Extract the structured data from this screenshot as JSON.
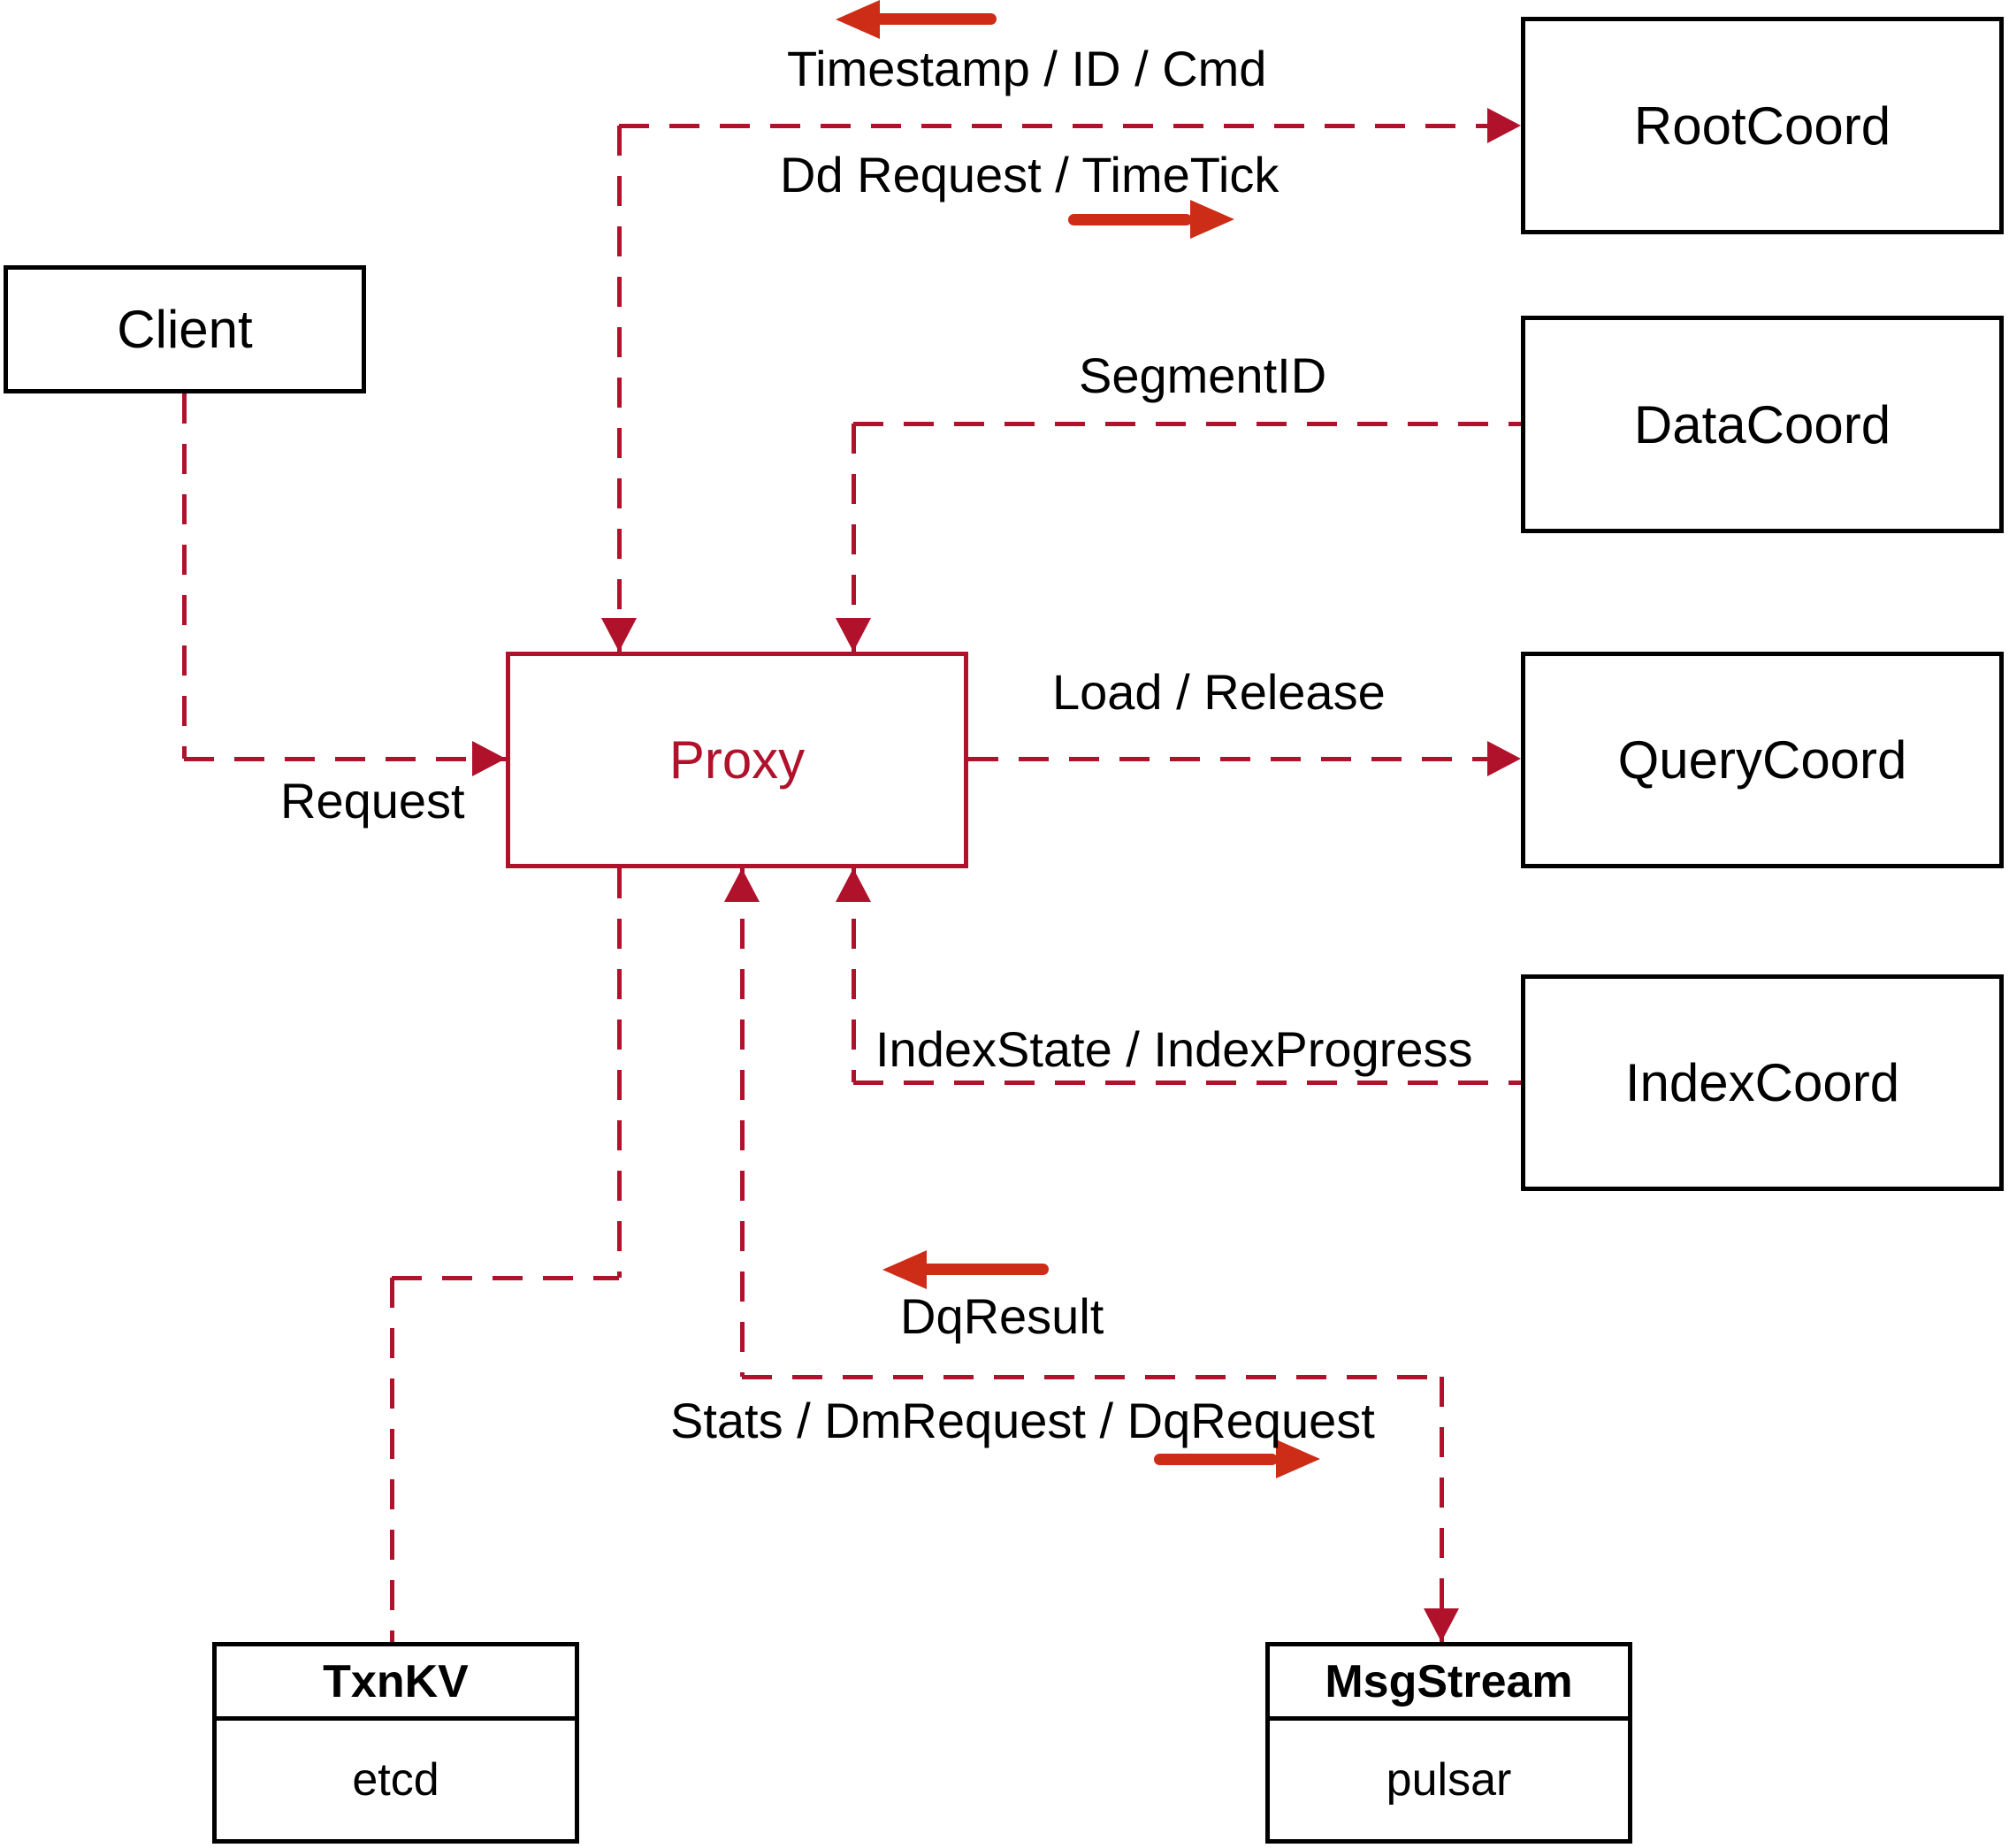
{
  "nodes": {
    "client": {
      "label": "Client"
    },
    "proxy": {
      "label": "Proxy"
    },
    "root_coord": {
      "label": "RootCoord"
    },
    "data_coord": {
      "label": "DataCoord"
    },
    "query_coord": {
      "label": "QueryCoord"
    },
    "index_coord": {
      "label": "IndexCoord"
    },
    "txn_kv": {
      "title": "TxnKV",
      "impl": "etcd"
    },
    "msg_stream": {
      "title": "MsgStream",
      "impl": "pulsar"
    }
  },
  "edge_labels": {
    "timestamp_id_cmd": "Timestamp / ID / Cmd",
    "dd_request_timetick": "Dd Request / TimeTick",
    "segment_id": "SegmentID",
    "request": "Request",
    "load_release": "Load / Release",
    "index_state_progress": "IndexState / IndexProgress",
    "dq_result": "DqResult",
    "stats_dm_dq": "Stats / DmRequest / DqRequest"
  },
  "colors": {
    "dashed_line": "#b0122c",
    "solid_arrow": "#cd2c16",
    "text": "#000000",
    "box_border": "#000000",
    "background": "#ffffff"
  }
}
